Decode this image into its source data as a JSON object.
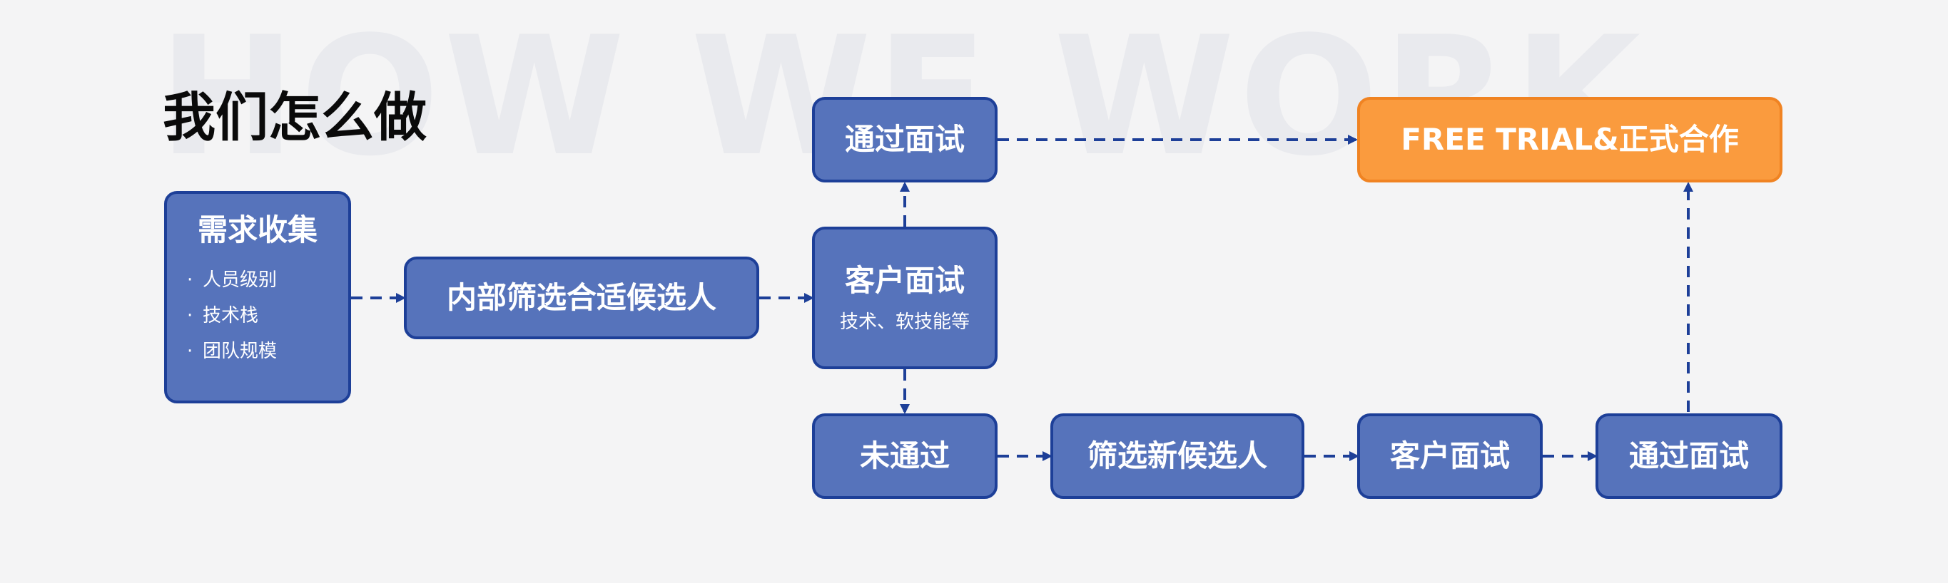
{
  "watermark": "HOW WE WORK",
  "page_title": "我们怎么做",
  "colors": {
    "background": "#f4f4f5",
    "box_fill": "#5673bb",
    "box_border": "#1d3f98",
    "highlight_fill": "#fa9b3e",
    "highlight_border": "#f08322",
    "arrow": "#1d3f98",
    "watermark": "#e9eaee"
  },
  "nodes": {
    "collect": {
      "title": "需求收集",
      "items": [
        "人员级别",
        "技术栈",
        "团队规模"
      ]
    },
    "internal_screen": {
      "title": "内部筛选合适候选人"
    },
    "client_interview": {
      "title": "客户面试",
      "subtitle": "技术、软技能等"
    },
    "passed_top": {
      "title": "通过面试"
    },
    "trial": {
      "title": "FREE TRIAL&正式合作"
    },
    "not_passed": {
      "title": "未通过"
    },
    "screen_new": {
      "title": "筛选新候选人"
    },
    "client_interview_2": {
      "title": "客户面试"
    },
    "passed_bottom": {
      "title": "通过面试"
    }
  },
  "edges": [
    {
      "from": "collect",
      "to": "internal_screen",
      "style": "dashed"
    },
    {
      "from": "internal_screen",
      "to": "client_interview",
      "style": "dashed"
    },
    {
      "from": "client_interview",
      "to": "passed_top",
      "style": "dashed"
    },
    {
      "from": "client_interview",
      "to": "not_passed",
      "style": "dashed"
    },
    {
      "from": "passed_top",
      "to": "trial",
      "style": "dashed"
    },
    {
      "from": "not_passed",
      "to": "screen_new",
      "style": "dashed"
    },
    {
      "from": "screen_new",
      "to": "client_interview_2",
      "style": "dashed"
    },
    {
      "from": "client_interview_2",
      "to": "passed_bottom",
      "style": "dashed"
    },
    {
      "from": "passed_bottom",
      "to": "trial",
      "style": "dashed"
    }
  ]
}
